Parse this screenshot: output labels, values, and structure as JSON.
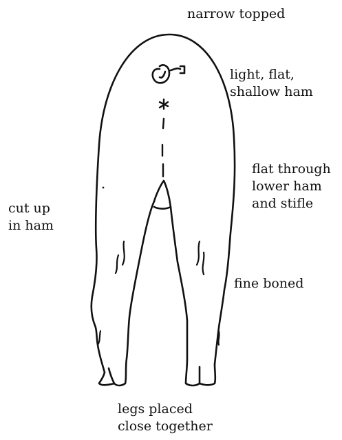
{
  "labels": {
    "narrow_topped": [
      "narrow topped"
    ],
    "light_flat_ham": [
      "light, flat,",
      "shallow ham"
    ],
    "flat_through": [
      "flat through",
      "lower ham",
      "and stifle"
    ],
    "cut_up": [
      "cut up",
      "in ham"
    ],
    "fine_boned": [
      "fine boned"
    ],
    "legs_placed": [
      "legs placed",
      "close together"
    ]
  },
  "colors": {
    "ink": "#111111",
    "paper": "#ffffff"
  }
}
